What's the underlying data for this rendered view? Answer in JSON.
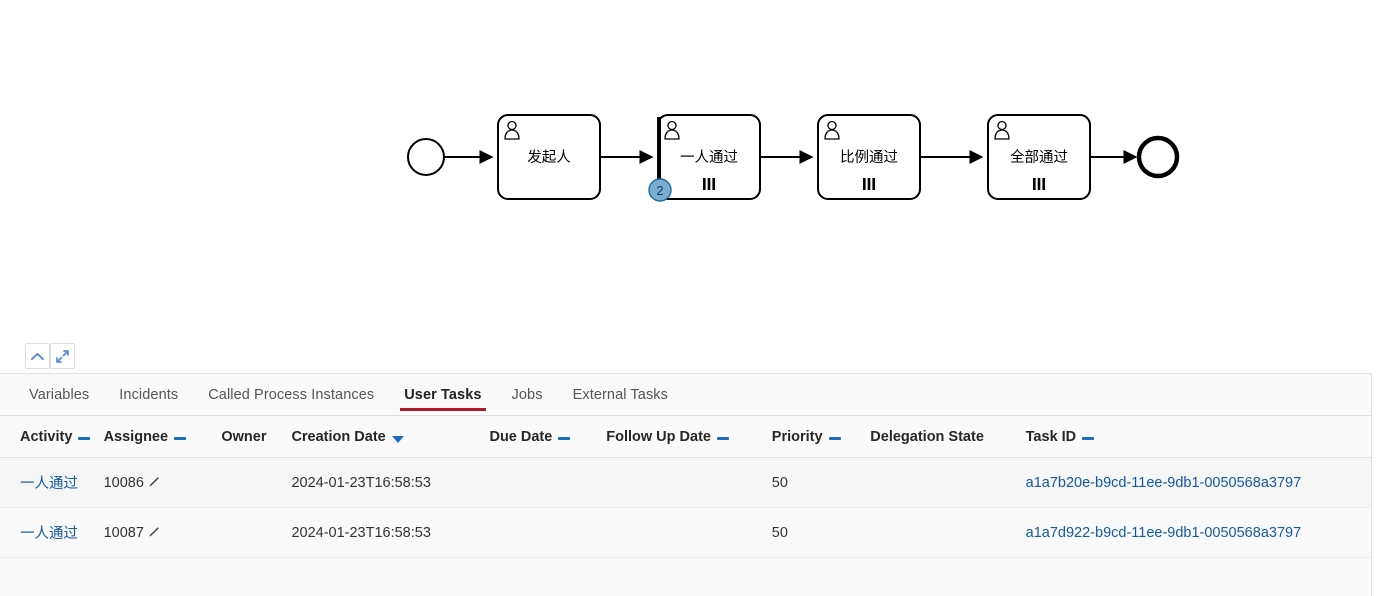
{
  "diagram": {
    "name": "bpmn-process-diagram",
    "start_event": {
      "name": "start-event",
      "label": ""
    },
    "end_event": {
      "name": "end-event",
      "label": ""
    },
    "tasks": [
      {
        "id": "task-faqiren",
        "label": "发起人",
        "icon": "user-task-icon",
        "multi_instance": false,
        "highlighted": false,
        "badge": null
      },
      {
        "id": "task-yirentongguo",
        "label": "一人通过",
        "icon": "user-task-icon",
        "multi_instance": true,
        "highlighted": true,
        "badge": "2"
      },
      {
        "id": "task-bilitongguo",
        "label": "比例通过",
        "icon": "user-task-icon",
        "multi_instance": true,
        "highlighted": false,
        "badge": null
      },
      {
        "id": "task-quanbutongguo",
        "label": "全部通过",
        "icon": "user-task-icon",
        "multi_instance": true,
        "highlighted": false,
        "badge": null
      }
    ],
    "badge_color": "#7aaed0",
    "badge_border_color": "#1a6ca8"
  },
  "toolbar": {
    "collapse_label": "chevron-up-icon",
    "expand_label": "expand-icon"
  },
  "tabs": [
    {
      "label": "Variables",
      "active": false
    },
    {
      "label": "Incidents",
      "active": false
    },
    {
      "label": "Called Process Instances",
      "active": false
    },
    {
      "label": "User Tasks",
      "active": true
    },
    {
      "label": "Jobs",
      "active": false
    },
    {
      "label": "External Tasks",
      "active": false
    }
  ],
  "active_tab_color": "#a6192e",
  "table": {
    "columns": [
      {
        "label": "Activity",
        "sort": "dash"
      },
      {
        "label": "Assignee",
        "sort": "dash"
      },
      {
        "label": "Owner",
        "sort": "none"
      },
      {
        "label": "Creation Date",
        "sort": "desc"
      },
      {
        "label": "Due Date",
        "sort": "dash"
      },
      {
        "label": "Follow Up Date",
        "sort": "dash"
      },
      {
        "label": "Priority",
        "sort": "dash"
      },
      {
        "label": "Delegation State",
        "sort": "none"
      },
      {
        "label": "Task ID",
        "sort": "dash"
      }
    ],
    "rows": [
      {
        "activity": "一人通过",
        "assignee": "10086",
        "owner": "",
        "creation_date": "2024-01-23T16:58:53",
        "due_date": "",
        "follow_up_date": "",
        "priority": "50",
        "delegation_state": "",
        "task_id": "a1a7b20e-b9cd-11ee-9db1-0050568a3797"
      },
      {
        "activity": "一人通过",
        "assignee": "10087",
        "owner": "",
        "creation_date": "2024-01-23T16:58:53",
        "due_date": "",
        "follow_up_date": "",
        "priority": "50",
        "delegation_state": "",
        "task_id": "a1a7d922-b9cd-11ee-9db1-0050568a3797"
      }
    ]
  }
}
